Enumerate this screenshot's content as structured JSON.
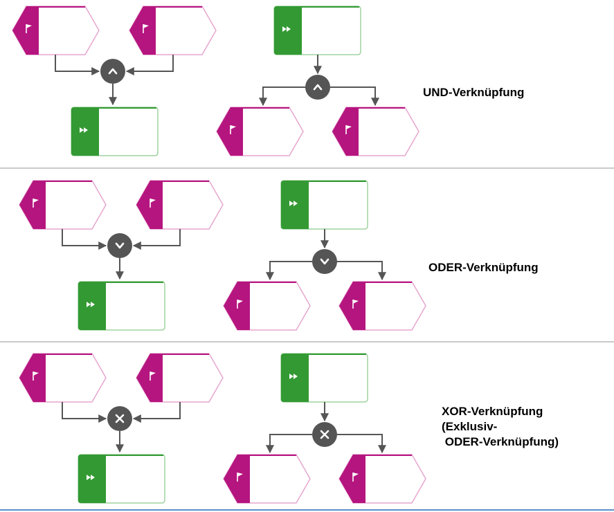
{
  "colors": {
    "event": "#b5157f",
    "function": "#339933",
    "operator": "#555555",
    "connector_line": "#555555",
    "separator": "#b8b8b8",
    "bottom_rule": "#5b8ec9"
  },
  "sections": [
    {
      "operator": "and",
      "operator_icon": "caret-up-icon",
      "label_lines": [
        "UND-Verknüpfung"
      ]
    },
    {
      "operator": "or",
      "operator_icon": "chevron-down-icon",
      "label_lines": [
        "ODER-Verknüpfung"
      ]
    },
    {
      "operator": "xor",
      "operator_icon": "close-x-icon",
      "label_lines": [
        "XOR-Verknüpfung",
        "(Exklusiv-",
        " ODER-Verknüpfung)"
      ]
    }
  ]
}
